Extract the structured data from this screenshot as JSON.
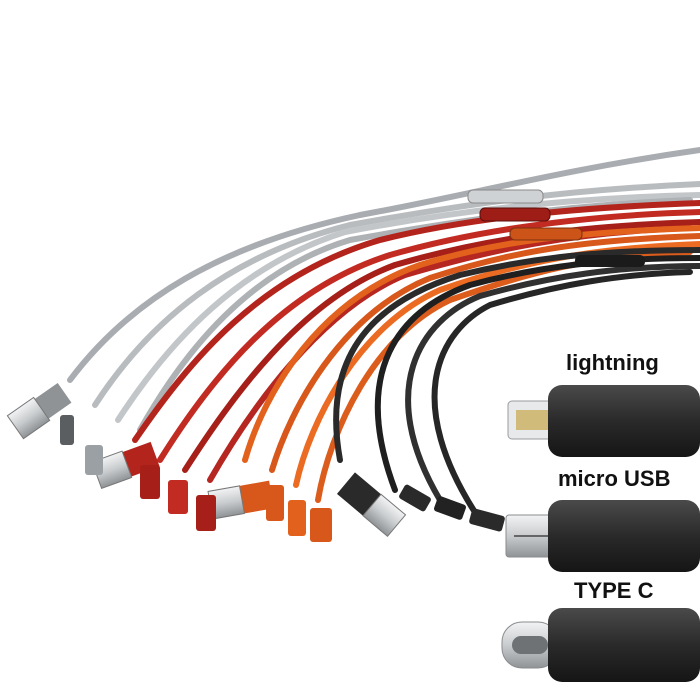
{
  "labels": {
    "lightning": "lightning",
    "micro_usb": "micro USB",
    "type_c": "TYPE C"
  },
  "colors": {
    "background": "#ffffff",
    "silver_cable": "#b9bcbf",
    "red_cable": "#b3241c",
    "orange_cable": "#e2611c",
    "black_cable": "#2a2a2a",
    "connector_metal": "#d4d6d8",
    "connector_housing": "#2b2b2b"
  },
  "image": {
    "subject": "braided charging cables with lightning, micro USB and TYPE C connectors"
  }
}
